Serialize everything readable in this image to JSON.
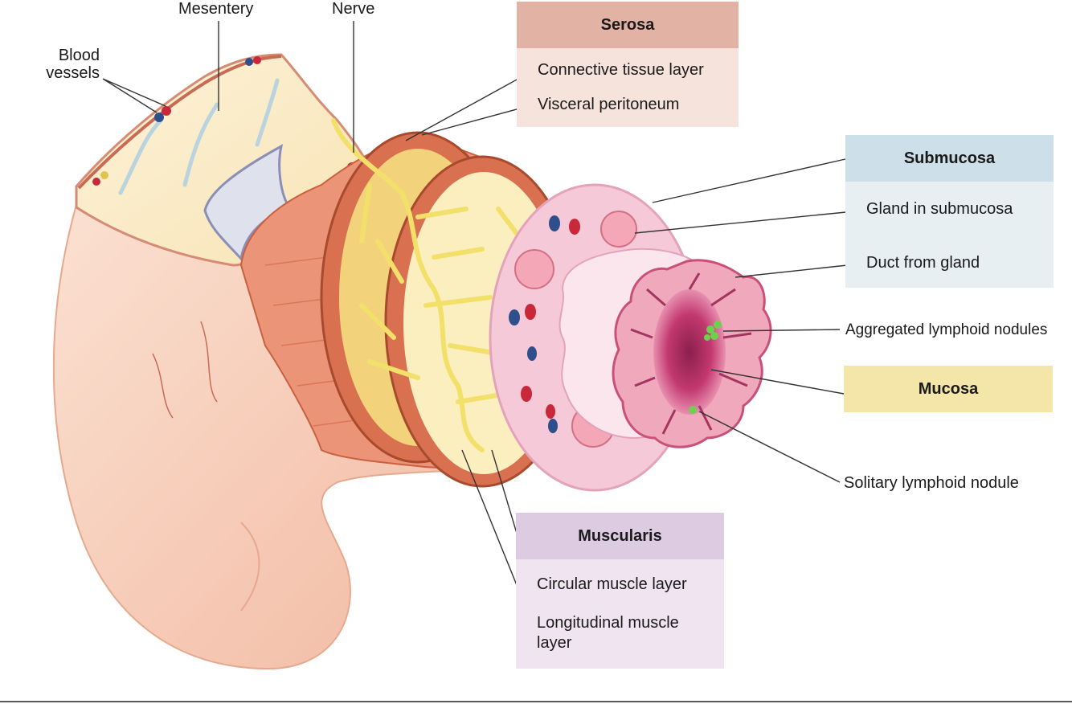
{
  "labels": {
    "blood_vessels_line1": "Blood",
    "blood_vessels_line2": "vessels",
    "mesentery": "Mesentery",
    "nerve": "Nerve",
    "aggregated_lymphoid_nodules": "Aggregated lymphoid nodules",
    "solitary_lymphoid_nodule": "Solitary lymphoid nodule"
  },
  "serosa": {
    "title": "Serosa",
    "items": [
      "Connective tissue layer",
      "Visceral peritoneum"
    ]
  },
  "submucosa": {
    "title": "Submucosa",
    "items": [
      "Gland in submucosa",
      "Duct from gland"
    ]
  },
  "mucosa": {
    "title": "Mucosa"
  },
  "muscularis": {
    "title": "Muscularis",
    "items": [
      "Circular muscle layer",
      "Longitudinal muscle",
      "layer"
    ]
  },
  "colors": {
    "serosa_header": "#e2b3a4",
    "serosa_body": "#f6e3dc",
    "submucosa_header": "#cddfe8",
    "submucosa_body": "#e7eff3",
    "mucosa": "#f4e6a8",
    "muscularis_header": "#dccbe1",
    "muscularis_body": "#efe4ef",
    "muscle": "#d9704f",
    "nerve": "#f3e06a",
    "submucosa_tissue": "#f6c9d8",
    "mucosa_tissue": "#d24b7c"
  }
}
